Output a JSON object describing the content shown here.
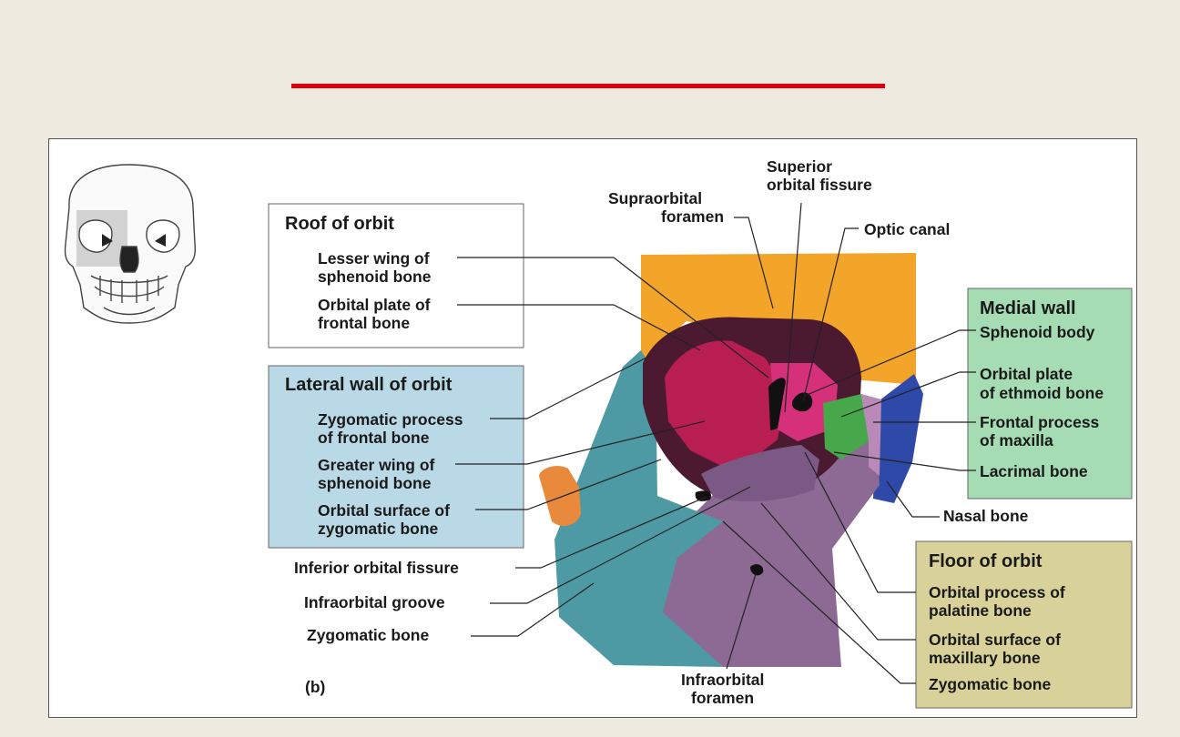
{
  "colors": {
    "title_rule": "#e0000b",
    "roof_box": "#ffffff",
    "lateral_box": "#b9d9e6",
    "medial_box": "#a6dcb4",
    "floor_box": "#d8d29a",
    "frontal_bone": "#f3a52a",
    "sphenoid_greater": "#b81e52",
    "sphenoid_body": "#d6307a",
    "zygomatic": "#4e9aa4",
    "maxilla": "#8d6a94",
    "ethmoid": "#46a84a",
    "lacrimal": "#b98ab8",
    "nasal": "#2f49a8",
    "palatine": "#e8a070"
  },
  "roof": {
    "heading": "Roof of orbit",
    "items": [
      "Lesser wing of",
      "sphenoid bone",
      "Orbital plate of",
      "frontal bone"
    ]
  },
  "lateral": {
    "heading": "Lateral wall of orbit",
    "items": [
      "Zygomatic process",
      "of frontal bone",
      "Greater wing of",
      "sphenoid bone",
      "Orbital surface of",
      "zygomatic bone"
    ]
  },
  "medial": {
    "heading": "Medial wall",
    "items": [
      "Sphenoid body",
      "Orbital plate",
      "of ethmoid bone",
      "Frontal process",
      "of maxilla",
      "Lacrimal bone"
    ]
  },
  "floor": {
    "heading": "Floor of orbit",
    "items": [
      "Orbital process of",
      "palatine bone",
      "Orbital surface of",
      "maxillary bone",
      "Zygomatic bone"
    ]
  },
  "top_labels": {
    "supraorbital": [
      "Supraorbital",
      "foramen"
    ],
    "superior_fissure": [
      "Superior",
      "orbital fissure"
    ],
    "optic_canal": "Optic canal"
  },
  "left_labels": {
    "inferior_fissure": "Inferior orbital fissure",
    "infraorbital_groove": "Infraorbital groove",
    "zygomatic_bone": "Zygomatic bone"
  },
  "nasal_bone": "Nasal bone",
  "infraorbital_foramen": [
    "Infraorbital",
    "foramen"
  ],
  "figure_letter": "(b)"
}
